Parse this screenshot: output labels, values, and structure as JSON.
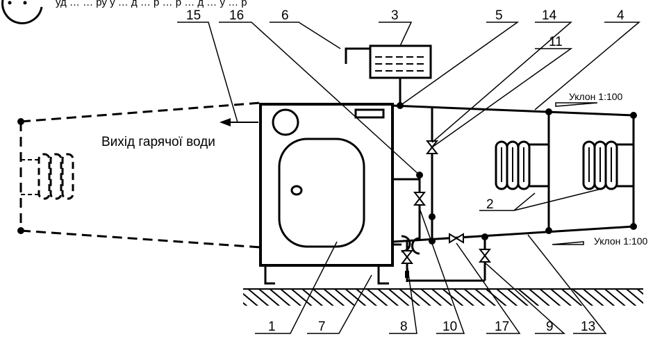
{
  "header_fragment": "уд …  … ру у … д … р … р … д … у … р",
  "hot_water_text": "Вихід гарячої води",
  "slope_top": "Уклон 1:100",
  "slope_bottom": "Уклон 1:100",
  "labels": {
    "l1": "1",
    "l2": "2",
    "l3": "3",
    "l4": "4",
    "l5": "5",
    "l6": "6",
    "l7": "7",
    "l8": "8",
    "l9": "9",
    "l10": "10",
    "l11": "11",
    "l13": "13",
    "l14": "14",
    "l15": "15",
    "l16": "16",
    "l17": "17"
  },
  "colors": {
    "ink": "#000000",
    "ground_hatch": "#000000",
    "background": "#ffffff"
  }
}
